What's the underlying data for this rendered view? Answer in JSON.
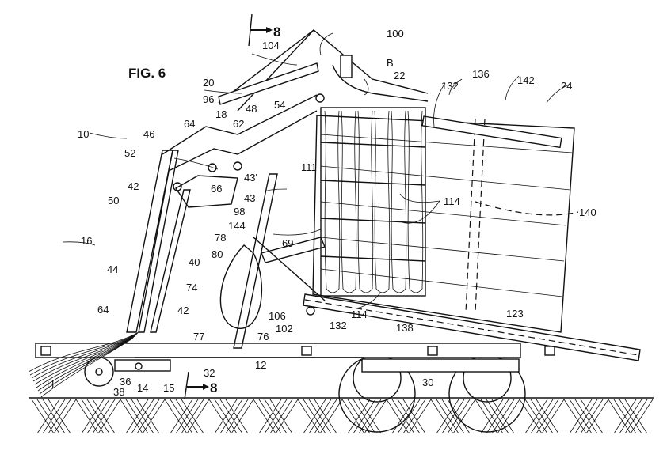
{
  "figure": {
    "title": "FIG. 6",
    "section_marker": "8"
  },
  "labels": {
    "l10": "10",
    "l12": "12",
    "l14": "14",
    "l15": "15",
    "l16": "16",
    "l18": "18",
    "l20": "20",
    "l22": "22",
    "l24": "24",
    "l30": "30",
    "l32": "32",
    "l36": "36",
    "l38": "38",
    "l40": "40",
    "l42a": "42",
    "l42b": "42",
    "l43": "43",
    "l43p": "43'",
    "l44": "44",
    "l46": "46",
    "l48": "48",
    "l50": "50",
    "l52": "52",
    "l54": "54",
    "l62": "62",
    "l64a": "64",
    "l64b": "64",
    "l66": "66",
    "l69": "69",
    "l74": "74",
    "l76": "76",
    "l77": "77",
    "l78": "78",
    "l80": "80",
    "l96": "96",
    "l98": "98",
    "l100": "100",
    "l102": "102",
    "l104": "104",
    "l106": "106",
    "l111": "111",
    "l114a": "114",
    "l114b": "114",
    "l123": "123",
    "l132a": "132",
    "l132b": "132",
    "l136": "136",
    "l138": "138",
    "l140": "140",
    "l142": "142",
    "l144": "144",
    "lB": "B",
    "lH": "H"
  }
}
